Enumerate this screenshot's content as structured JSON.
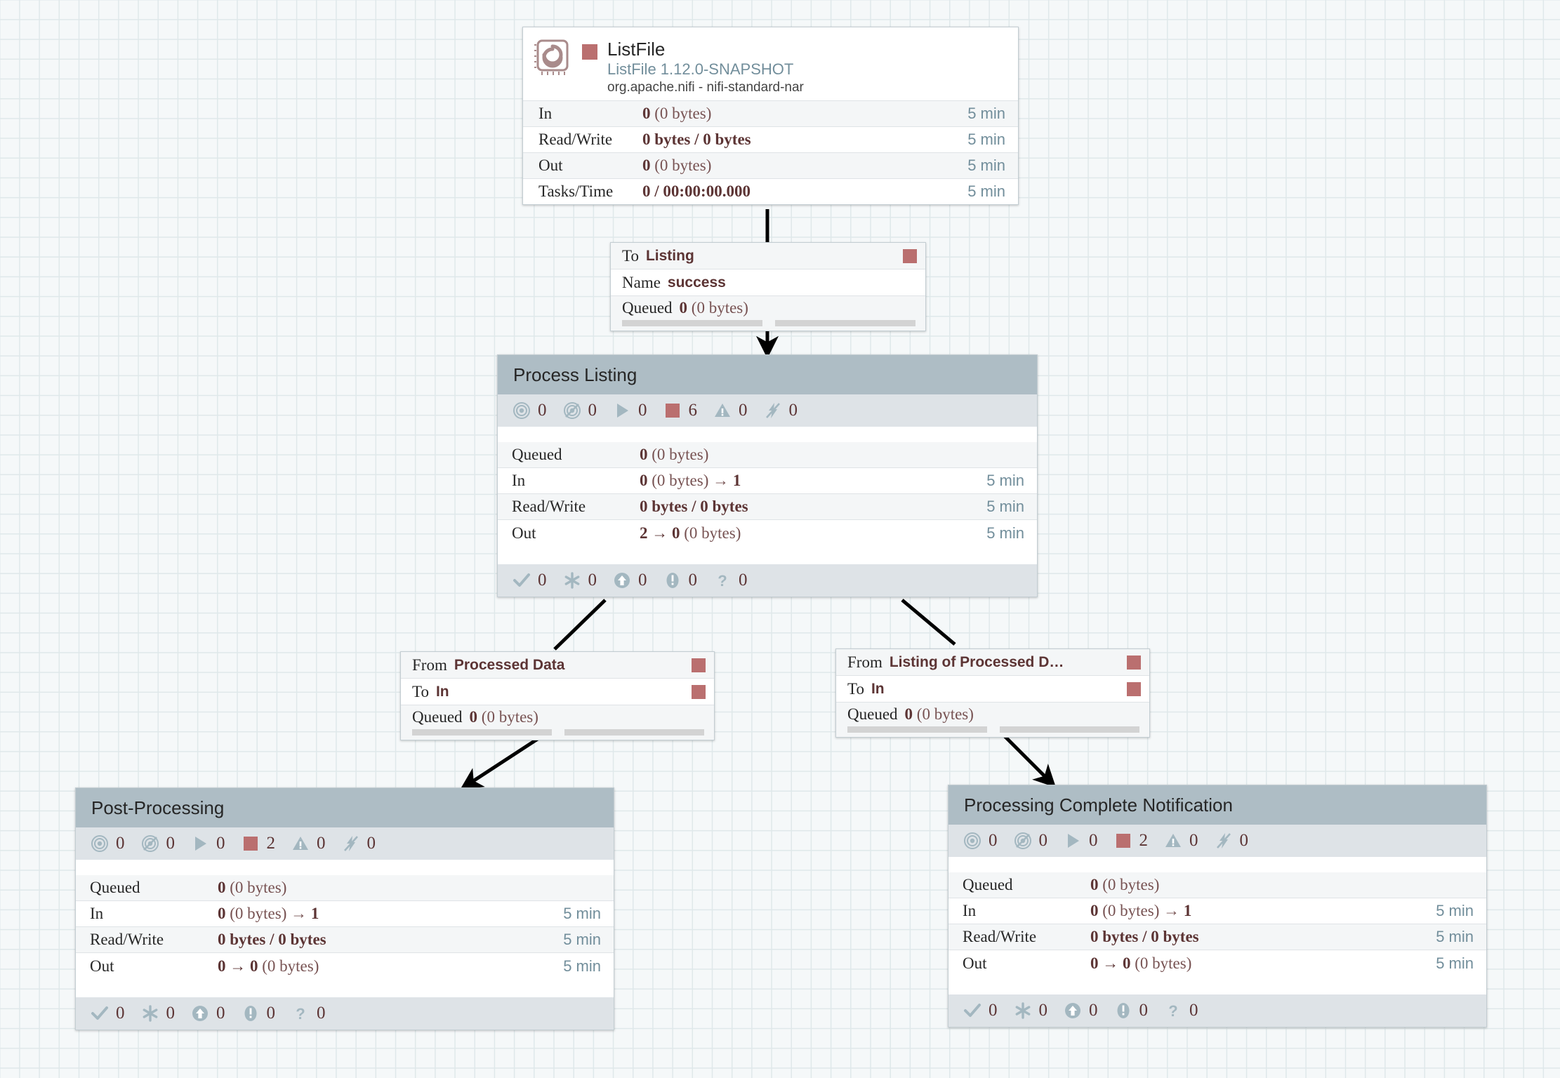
{
  "canvas": {
    "background_color": "#f5f8f9",
    "grid_line_color": "#dfe8ea",
    "connector_color": "#000000"
  },
  "theme": {
    "group_header_bg": "#aebdc5",
    "group_status_bg": "#dee3e7",
    "stopped_red": "#ba6f6f",
    "value_text": "#5c3434",
    "link_blue": "#728e9b"
  },
  "processor": {
    "name": "ListFile",
    "type": "ListFile 1.12.0-SNAPSHOT",
    "bundle": "org.apache.nifi - nifi-standard-nar",
    "run_status": "stopped",
    "stats": [
      {
        "label": "In",
        "value_bold": "0",
        "value_rest": " (0 bytes)",
        "time": "5 min"
      },
      {
        "label": "Read/Write",
        "value_bold": "0 bytes / 0 bytes",
        "value_rest": "",
        "time": "5 min"
      },
      {
        "label": "Out",
        "value_bold": "0",
        "value_rest": " (0 bytes)",
        "time": "5 min"
      },
      {
        "label": "Tasks/Time",
        "value_bold": "0 / 00:00:00.000",
        "value_rest": "",
        "time": "5 min"
      }
    ]
  },
  "connections": [
    {
      "id": "listfile-to-listing",
      "rows": [
        {
          "key": "To",
          "value": "Listing",
          "dot": true
        },
        {
          "key": "Name",
          "value": "success",
          "dot": false
        }
      ],
      "queued_label": "Queued",
      "queued_bold": "0",
      "queued_rest": " (0 bytes)"
    },
    {
      "id": "processed-data-to-in",
      "rows": [
        {
          "key": "From",
          "value": "Processed Data",
          "dot": true
        },
        {
          "key": "To",
          "value": "In",
          "dot": true
        }
      ],
      "queued_label": "Queued",
      "queued_bold": "0",
      "queued_rest": " (0 bytes)"
    },
    {
      "id": "listing-of-processed-to-in",
      "rows": [
        {
          "key": "From",
          "value": "Listing of Processed D…",
          "dot": true
        },
        {
          "key": "To",
          "value": "In",
          "dot": true
        }
      ],
      "queued_label": "Queued",
      "queued_bold": "0",
      "queued_rest": " (0 bytes)"
    }
  ],
  "groups": [
    {
      "id": "process-listing",
      "title": "Process Listing",
      "status_top": [
        {
          "icon": "transmitting-icon",
          "count": "0"
        },
        {
          "icon": "not-transmitting-icon",
          "count": "0"
        },
        {
          "icon": "running-icon",
          "count": "0"
        },
        {
          "icon": "stopped-icon",
          "count": "6"
        },
        {
          "icon": "invalid-icon",
          "count": "0"
        },
        {
          "icon": "disabled-icon",
          "count": "0"
        }
      ],
      "rows": [
        {
          "label": "Queued",
          "value_bold": "0",
          "value_rest": " (0 bytes)",
          "value_arrow": "",
          "time": ""
        },
        {
          "label": "In",
          "value_bold": "0",
          "value_rest": " (0 bytes) → ",
          "value_arrow": "1",
          "time": "5 min"
        },
        {
          "label": "Read/Write",
          "value_bold": "0 bytes / 0 bytes",
          "value_rest": "",
          "value_arrow": "",
          "time": "5 min"
        },
        {
          "label": "Out",
          "value_bold": "2 → 0",
          "value_rest": " (0 bytes)",
          "value_arrow": "",
          "time": "5 min"
        }
      ],
      "status_bottom": [
        {
          "icon": "up-to-date-icon",
          "count": "0"
        },
        {
          "icon": "locally-modified-icon",
          "count": "0"
        },
        {
          "icon": "stale-icon",
          "count": "0"
        },
        {
          "icon": "sync-failure-icon",
          "count": "0"
        },
        {
          "icon": "sync-unknown-icon",
          "count": "0"
        }
      ]
    },
    {
      "id": "post-processing",
      "title": "Post-Processing",
      "status_top": [
        {
          "icon": "transmitting-icon",
          "count": "0"
        },
        {
          "icon": "not-transmitting-icon",
          "count": "0"
        },
        {
          "icon": "running-icon",
          "count": "0"
        },
        {
          "icon": "stopped-icon",
          "count": "2"
        },
        {
          "icon": "invalid-icon",
          "count": "0"
        },
        {
          "icon": "disabled-icon",
          "count": "0"
        }
      ],
      "rows": [
        {
          "label": "Queued",
          "value_bold": "0",
          "value_rest": " (0 bytes)",
          "value_arrow": "",
          "time": ""
        },
        {
          "label": "In",
          "value_bold": "0",
          "value_rest": " (0 bytes) → ",
          "value_arrow": "1",
          "time": "5 min"
        },
        {
          "label": "Read/Write",
          "value_bold": "0 bytes / 0 bytes",
          "value_rest": "",
          "value_arrow": "",
          "time": "5 min"
        },
        {
          "label": "Out",
          "value_bold": "0 → 0",
          "value_rest": " (0 bytes)",
          "value_arrow": "",
          "time": "5 min"
        }
      ],
      "status_bottom": [
        {
          "icon": "up-to-date-icon",
          "count": "0"
        },
        {
          "icon": "locally-modified-icon",
          "count": "0"
        },
        {
          "icon": "stale-icon",
          "count": "0"
        },
        {
          "icon": "sync-failure-icon",
          "count": "0"
        },
        {
          "icon": "sync-unknown-icon",
          "count": "0"
        }
      ]
    },
    {
      "id": "processing-complete-notification",
      "title": "Processing Complete Notification",
      "status_top": [
        {
          "icon": "transmitting-icon",
          "count": "0"
        },
        {
          "icon": "not-transmitting-icon",
          "count": "0"
        },
        {
          "icon": "running-icon",
          "count": "0"
        },
        {
          "icon": "stopped-icon",
          "count": "2"
        },
        {
          "icon": "invalid-icon",
          "count": "0"
        },
        {
          "icon": "disabled-icon",
          "count": "0"
        }
      ],
      "rows": [
        {
          "label": "Queued",
          "value_bold": "0",
          "value_rest": " (0 bytes)",
          "value_arrow": "",
          "time": ""
        },
        {
          "label": "In",
          "value_bold": "0",
          "value_rest": " (0 bytes) → ",
          "value_arrow": "1",
          "time": "5 min"
        },
        {
          "label": "Read/Write",
          "value_bold": "0 bytes / 0 bytes",
          "value_rest": "",
          "value_arrow": "",
          "time": "5 min"
        },
        {
          "label": "Out",
          "value_bold": "0 → 0",
          "value_rest": " (0 bytes)",
          "value_arrow": "",
          "time": "5 min"
        }
      ],
      "status_bottom": [
        {
          "icon": "up-to-date-icon",
          "count": "0"
        },
        {
          "icon": "locally-modified-icon",
          "count": "0"
        },
        {
          "icon": "stale-icon",
          "count": "0"
        },
        {
          "icon": "sync-failure-icon",
          "count": "0"
        },
        {
          "icon": "sync-unknown-icon",
          "count": "0"
        }
      ]
    }
  ]
}
